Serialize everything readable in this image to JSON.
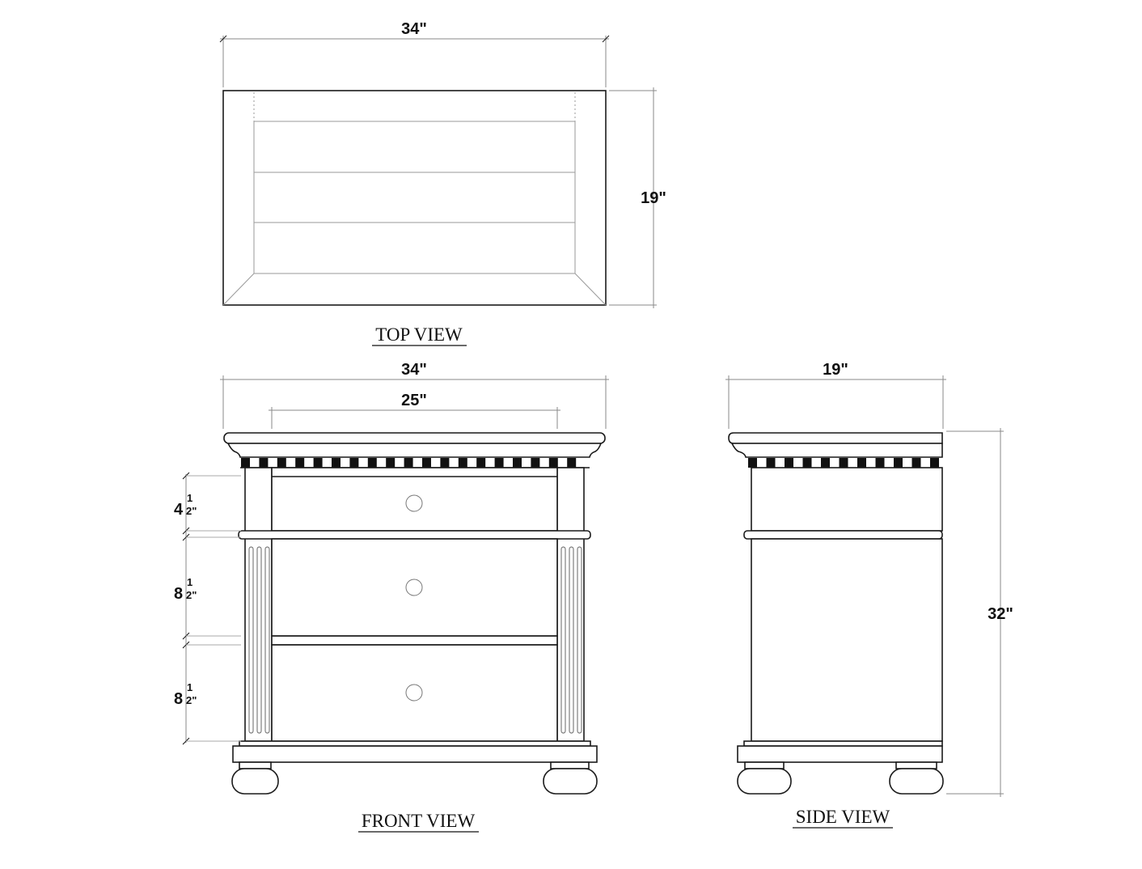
{
  "top_view": {
    "title": "TOP VIEW",
    "width_label": "34\"",
    "depth_label": "19\""
  },
  "front_view": {
    "title": "FRONT VIEW",
    "width_label": "34\"",
    "inner_width_label": "25\"",
    "drawer_heights": [
      {
        "whole": "4",
        "num": "1",
        "den": "2\""
      },
      {
        "whole": "8",
        "num": "1",
        "den": "2\""
      },
      {
        "whole": "8",
        "num": "1",
        "den": "2\""
      }
    ]
  },
  "side_view": {
    "title": "SIDE VIEW",
    "depth_label": "19\"",
    "height_label": "32\""
  }
}
